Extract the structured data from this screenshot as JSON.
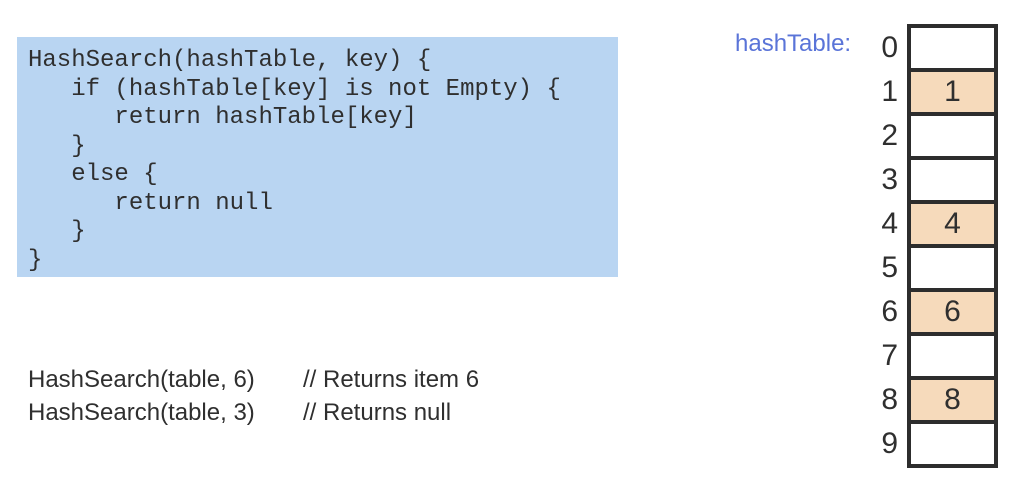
{
  "code_block": {
    "lines": [
      "HashSearch(hashTable, key) {",
      "   if (hashTable[key] is not Empty) {",
      "      return hashTable[key]",
      "   }",
      "   else {",
      "      return null",
      "   }",
      "}"
    ]
  },
  "example_calls": [
    {
      "call": "HashSearch(table, 6)",
      "comment": "// Returns item 6"
    },
    {
      "call": "HashSearch(table, 3)",
      "comment": "// Returns null"
    }
  ],
  "hash_table": {
    "label": "hashTable:",
    "rows": [
      {
        "index": "0",
        "value": "",
        "filled": false
      },
      {
        "index": "1",
        "value": "1",
        "filled": true
      },
      {
        "index": "2",
        "value": "",
        "filled": false
      },
      {
        "index": "3",
        "value": "",
        "filled": false
      },
      {
        "index": "4",
        "value": "4",
        "filled": true
      },
      {
        "index": "5",
        "value": "",
        "filled": false
      },
      {
        "index": "6",
        "value": "6",
        "filled": true
      },
      {
        "index": "7",
        "value": "",
        "filled": false
      },
      {
        "index": "8",
        "value": "8",
        "filled": true
      },
      {
        "index": "9",
        "value": "",
        "filled": false
      }
    ]
  },
  "colors": {
    "code_bg": "#B9D5F2",
    "filled_cell": "#F6DABB",
    "table_border": "#2D2D2D",
    "label_blue": "#5A74D8",
    "text": "#2F2F2F"
  }
}
